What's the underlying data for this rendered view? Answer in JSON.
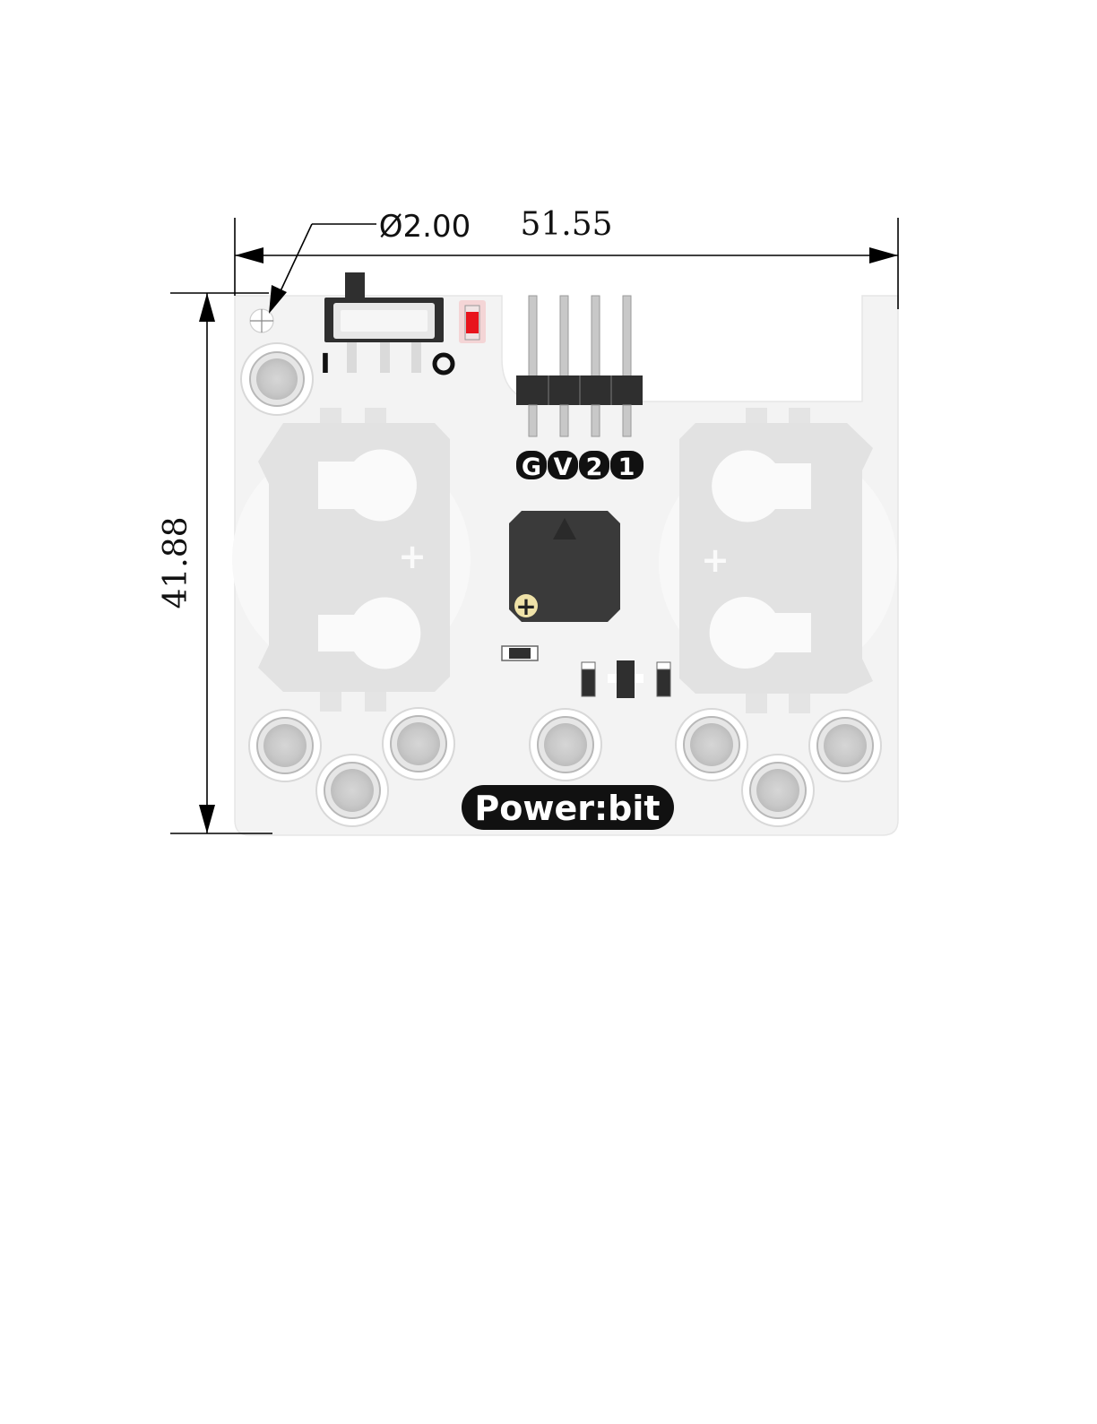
{
  "dimensions": {
    "width_label": "51.55",
    "height_label": "41.88",
    "hole_label": "Ø2.00"
  },
  "header_pins": [
    "G",
    "V",
    "2",
    "1"
  ],
  "switch_marks": {
    "on": "I",
    "off": "O"
  },
  "battery_polarity": "+",
  "buzzer_polarity": "+",
  "brand": "Power:bit",
  "colors": {
    "board": "#f3f3f3",
    "pad": "#cfcfcf",
    "holder": "#e2e2e2",
    "component": "#3a3a3a",
    "led": "#e8141c",
    "line": "#000000"
  }
}
